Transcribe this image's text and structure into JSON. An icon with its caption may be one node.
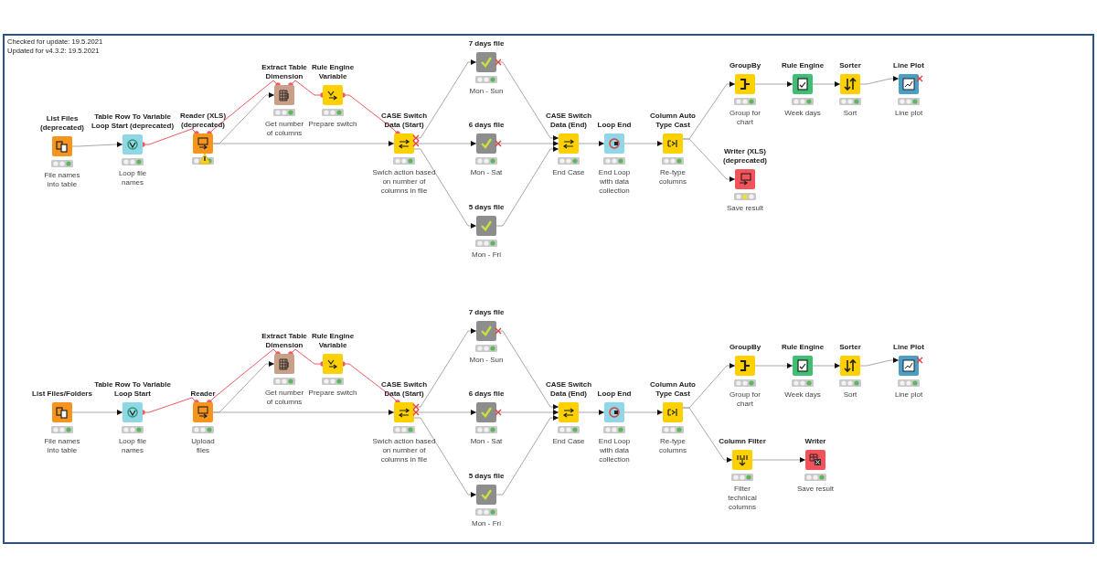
{
  "diagram": {
    "nodes": [
      {
        "text": [
          "List Files (deprecated)"
        ],
        "beside": [
          "File names into table"
        ]
      },
      {
        "text": [
          "Table Row To Variable Loop Start (deprecated)"
        ],
        "beside": [
          "Loop file names"
        ]
      },
      {
        "text": [
          "Reader (XLS) (deprecated)"
        ]
      },
      {
        "text": [
          "Extract Table Dimension"
        ],
        "beside": [
          "Get number of columns"
        ]
      },
      {
        "text": [
          "Rule Engine Variable"
        ],
        "beside": [
          "Prepare switch"
        ]
      },
      {
        "text": [
          "CASE Switch Data (Start)"
        ],
        "beside": [
          "Swich action based on number of columns in file"
        ]
      },
      {
        "text": [
          "7 days file"
        ],
        "beside": [
          "Mon - Sun"
        ]
      },
      {
        "text": [
          "6 days file"
        ],
        "beside": [
          "Mon - Sat"
        ]
      },
      {
        "text": [
          "5 days file"
        ],
        "beside": [
          "Mon - Fri"
        ]
      },
      {
        "text": [
          "CASE Switch Data (End)"
        ],
        "beside": [
          "End Case"
        ]
      },
      {
        "text": [
          "Loop End"
        ],
        "beside": [
          "End Loop with data collection"
        ]
      },
      {
        "text": [
          "Column Auto Type Cast"
        ],
        "beside": [
          "Re-type columns"
        ]
      },
      {
        "text": [
          "GroupBy"
        ],
        "beside": [
          "Group for chart"
        ]
      },
      {
        "text": [
          "Rule Engine"
        ],
        "beside": [
          "Week days"
        ]
      },
      {
        "text": [
          "Sorter"
        ],
        "beside": [
          "Sort"
        ]
      },
      {
        "text": [
          "Line Plot"
        ],
        "beside": [
          "Line plot"
        ]
      },
      {
        "text": [
          "Writer (XLS) (deprecated)"
        ],
        "beside": [
          "Save result"
        ]
      },
      {
        "text": [
          "List Files/Folders"
        ],
        "beside": [
          "File names into table"
        ]
      },
      {
        "text": [
          "Table Row To Variable Loop Start"
        ],
        "beside": [
          "Loop file names"
        ]
      },
      {
        "text": [
          "Reader"
        ],
        "beside": [
          "Upload files"
        ]
      },
      {
        "text": [
          "Extract Table Dimension"
        ],
        "beside": [
          "Get number of columns"
        ]
      },
      {
        "text": [
          "Rule Engine Variable"
        ],
        "beside": [
          "Prepare switch"
        ]
      },
      {
        "text": [
          "CASE Switch Data (Start)"
        ],
        "beside": [
          "Swich action based on number of columns in file"
        ]
      },
      {
        "text": [
          "7 days file"
        ],
        "beside": [
          "Mon - Sun"
        ]
      },
      {
        "text": [
          "6 days file"
        ],
        "beside": [
          "Mon - Sat"
        ]
      },
      {
        "text": [
          "5 days file"
        ],
        "beside": [
          "Mon - Fri"
        ]
      },
      {
        "text": [
          "CASE Switch Data (End)"
        ],
        "beside": [
          "End Case"
        ]
      },
      {
        "text": [
          "Loop End"
        ],
        "beside": [
          "End Loop with data collection"
        ]
      },
      {
        "text": [
          "Column Auto Type Cast"
        ],
        "beside": [
          "Re-type columns"
        ]
      },
      {
        "text": [
          "GroupBy"
        ],
        "beside": [
          "Group for chart"
        ]
      },
      {
        "text": [
          "Rule Engine"
        ],
        "beside": [
          "Week days"
        ]
      },
      {
        "text": [
          "Sorter"
        ],
        "beside": [
          "Sort"
        ]
      },
      {
        "text": [
          "Line Plot"
        ],
        "beside": [
          "Line plot"
        ]
      },
      {
        "text": [
          "Column Filter"
        ],
        "beside": [
          "Filter technical columns"
        ]
      },
      {
        "text": [
          "Writer"
        ],
        "beside": [
          "Save result"
        ]
      }
    ],
    "edges": [
      {
        "from": 0,
        "to": 1,
        "arrow": "to"
      },
      {
        "from": 1,
        "to": 2,
        "arrow": "other",
        "color": "#f0595e"
      },
      {
        "from": 2,
        "to": 3,
        "arrow": "other",
        "color": "#f0595e"
      },
      {
        "from": 2,
        "to": 3,
        "arrow": "to"
      },
      {
        "from": 3,
        "to": 4,
        "arrow": "other",
        "color": "#f0595e"
      },
      {
        "from": 4,
        "to": 5,
        "arrow": "other",
        "color": "#f0595e"
      },
      {
        "from": 2,
        "to": 5,
        "arrow": "to"
      },
      {
        "from": 5,
        "to": 6,
        "arrow": "to"
      },
      {
        "from": 5,
        "to": 7,
        "arrow": "to"
      },
      {
        "from": 5,
        "to": 8,
        "arrow": "to"
      },
      {
        "from": 6,
        "to": 9,
        "arrow": "to"
      },
      {
        "from": 7,
        "to": 9,
        "arrow": "to"
      },
      {
        "from": 8,
        "to": 9,
        "arrow": "to"
      },
      {
        "from": 9,
        "to": 10,
        "arrow": "to"
      },
      {
        "from": 10,
        "to": 11,
        "arrow": "to"
      },
      {
        "from": 11,
        "to": 12,
        "arrow": "to"
      },
      {
        "from": 11,
        "to": 16,
        "arrow": "to"
      },
      {
        "from": 12,
        "to": 13,
        "arrow": "to"
      },
      {
        "from": 13,
        "to": 14,
        "arrow": "to"
      },
      {
        "from": 14,
        "to": 15,
        "arrow": "to"
      },
      {
        "from": 17,
        "to": 18,
        "arrow": "to"
      },
      {
        "from": 18,
        "to": 19,
        "arrow": "other",
        "color": "#f0595e"
      },
      {
        "from": 19,
        "to": 20,
        "arrow": "other",
        "color": "#f0595e"
      },
      {
        "from": 19,
        "to": 20,
        "arrow": "to"
      },
      {
        "from": 20,
        "to": 21,
        "arrow": "other",
        "color": "#f0595e"
      },
      {
        "from": 21,
        "to": 22,
        "arrow": "other",
        "color": "#f0595e"
      },
      {
        "from": 19,
        "to": 22,
        "arrow": "to"
      },
      {
        "from": 22,
        "to": 23,
        "arrow": "to"
      },
      {
        "from": 22,
        "to": 24,
        "arrow": "to"
      },
      {
        "from": 22,
        "to": 25,
        "arrow": "to"
      },
      {
        "from": 23,
        "to": 26,
        "arrow": "to"
      },
      {
        "from": 24,
        "to": 26,
        "arrow": "to"
      },
      {
        "from": 25,
        "to": 26,
        "arrow": "to"
      },
      {
        "from": 26,
        "to": 27,
        "arrow": "to"
      },
      {
        "from": 27,
        "to": 28,
        "arrow": "to"
      },
      {
        "from": 28,
        "to": 29,
        "arrow": "to"
      },
      {
        "from": 28,
        "to": 33,
        "arrow": "to"
      },
      {
        "from": 29,
        "to": 30,
        "arrow": "to"
      },
      {
        "from": 30,
        "to": 31,
        "arrow": "to"
      },
      {
        "from": 31,
        "to": 32,
        "arrow": "to"
      },
      {
        "from": 33,
        "to": 34,
        "arrow": "to"
      }
    ],
    "labels": [
      "Checked for update: 19.5.2021",
      "Updated for v4.3.2: 19.5.2021"
    ]
  }
}
